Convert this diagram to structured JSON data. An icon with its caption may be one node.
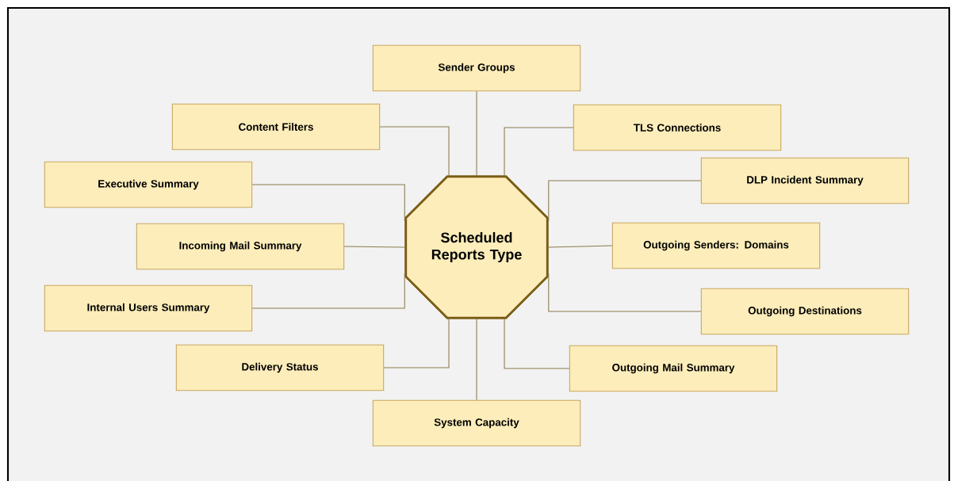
{
  "diagram": {
    "nodes": [
      {
        "text": [
          "Scheduled Reports Type"
        ]
      },
      {
        "text": [
          "Sender Groups"
        ]
      },
      {
        "text": [
          "Content Filters"
        ]
      },
      {
        "text": [
          "TLS Connections"
        ]
      },
      {
        "text": [
          "Executive Summary"
        ]
      },
      {
        "text": [
          "DLP Incident Summary"
        ]
      },
      {
        "text": [
          "Incoming Mail Summary"
        ]
      },
      {
        "text": [
          "Outgoing Senders: Domains"
        ]
      },
      {
        "text": [
          "Internal Users Summary"
        ]
      },
      {
        "text": [
          "Outgoing Destinations"
        ]
      },
      {
        "text": [
          "Delivery Status"
        ]
      },
      {
        "text": [
          "Outgoing Mail Summary"
        ]
      },
      {
        "text": [
          "System Capacity"
        ]
      }
    ],
    "edges": [
      {
        "from": 0,
        "to": 1,
        "arrow": "none"
      },
      {
        "from": 0,
        "to": 2,
        "arrow": "none"
      },
      {
        "from": 0,
        "to": 3,
        "arrow": "none"
      },
      {
        "from": 0,
        "to": 4,
        "arrow": "none"
      },
      {
        "from": 0,
        "to": 5,
        "arrow": "none"
      },
      {
        "from": 0,
        "to": 6,
        "arrow": "none"
      },
      {
        "from": 0,
        "to": 7,
        "arrow": "none"
      },
      {
        "from": 0,
        "to": 8,
        "arrow": "none"
      },
      {
        "from": 0,
        "to": 9,
        "arrow": "none"
      },
      {
        "from": 0,
        "to": 10,
        "arrow": "none"
      },
      {
        "from": 0,
        "to": 11,
        "arrow": "none"
      },
      {
        "from": 0,
        "to": 12,
        "arrow": "none"
      }
    ]
  }
}
